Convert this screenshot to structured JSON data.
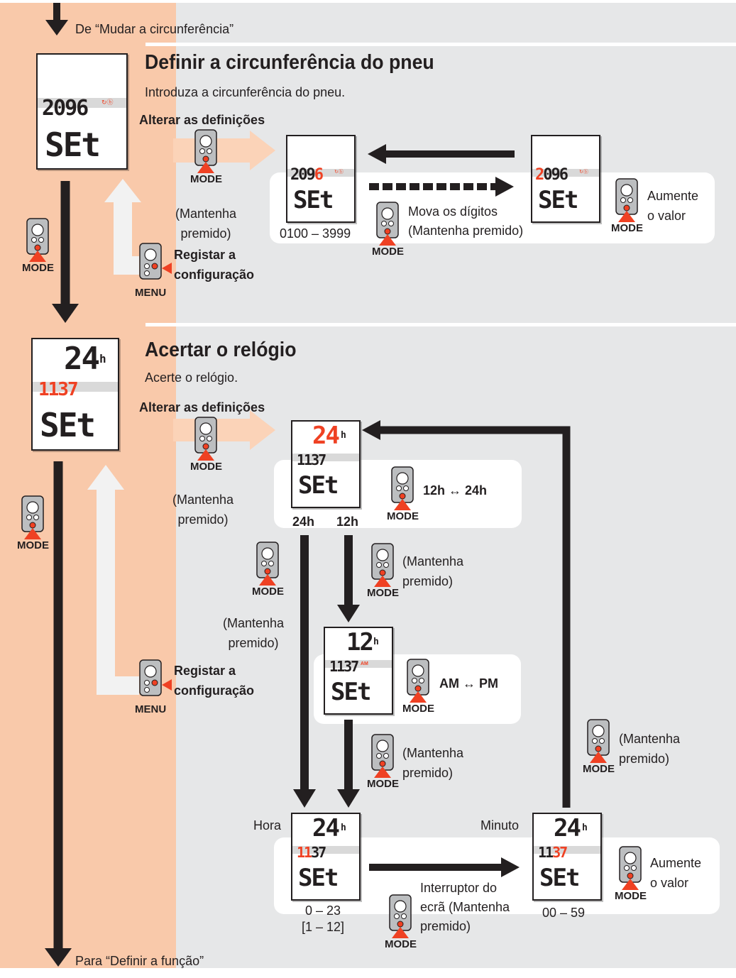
{
  "top_note": "De “Mudar a circunferência”",
  "bottom_note": "Para “Definir a função”",
  "colors": {
    "accent": "#ef4123",
    "peach": "#f9c9aa",
    "grey": "#e6e7e8",
    "arrow_light": "#fbd3b8",
    "arrow_back": "#eeeeee"
  },
  "button_icon": "mode-button-icon",
  "mode_label": "MODE",
  "menu_label": "MENU",
  "hold_text_a": "(Mantenha",
  "hold_text_b": "premido)",
  "hold_text_inline": "(Mantenha premido)",
  "change_settings": "Alterar as definições",
  "register_a": "Registar a",
  "register_b": "configuração",
  "increase_a": "Aumente",
  "increase_b": "o valor",
  "tyre": {
    "title": "Definir a circunferência do pneu",
    "subtitle": "Introduza a circunferência do pneu.",
    "lcd_value": "2096",
    "lcd_value_digit_red": "6",
    "lcd_value_prefix": "209",
    "lcd_value_first_red": "2",
    "lcd_value_rest": "096",
    "lcd_set": "SEt",
    "range": "0100 – 3999",
    "move_digits": "Mova os dígitos"
  },
  "clock": {
    "title": "Acertar o relógio",
    "subtitle": "Acerte o relógio.",
    "h24": "24h",
    "h12": "12h",
    "big24": "24",
    "big12": "12",
    "h_suffix": "h",
    "time": "1137",
    "time_hour": "11",
    "time_min": "37",
    "am_mark": "AM",
    "lcd_set": "SEt",
    "label_24h": "24h",
    "label_12h": "12h",
    "toggle_12_24": "12h ↔ 24h",
    "toggle_am_pm": "AM ↔ PM",
    "hour_label": "Hora",
    "minute_label": "Minuto",
    "hour_range": "0 – 23",
    "hour_range_12": "[1 – 12]",
    "minute_range": "00 – 59",
    "switch_a": "Interruptor do",
    "switch_b": "ecrã (Mantenha",
    "switch_c": "premido)"
  }
}
